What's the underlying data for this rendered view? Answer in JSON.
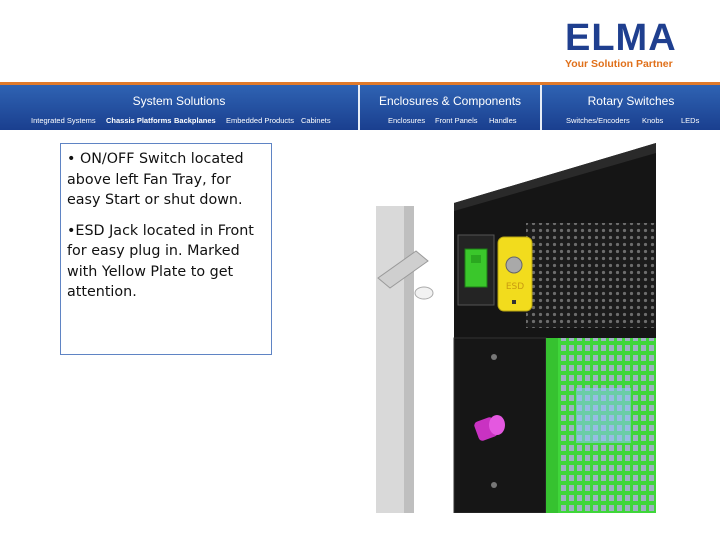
{
  "brand": {
    "name": "ELMA",
    "tagline": "Your Solution Partner"
  },
  "nav": {
    "sections": [
      {
        "title": "System Solutions",
        "items": [
          "Integrated Systems",
          "Chassis Platforms",
          "Backplanes",
          "Embedded Products",
          "Cabinets"
        ]
      },
      {
        "title": "Enclosures & Components",
        "items": [
          "Enclosures",
          "Front Panels",
          "Handles"
        ]
      },
      {
        "title": "Rotary Switches",
        "items": [
          "Switches/Encoders",
          "Knobs",
          "LEDs"
        ]
      }
    ]
  },
  "content": {
    "bullet1": "• ON/OFF Switch located above left Fan Tray, for easy Start or shut down.",
    "bullet2": "•ESD Jack located in Front for easy plug in. Marked with Yellow Plate to get attention."
  },
  "photo": {
    "esd_plate_label": "ESD"
  },
  "colors": {
    "brand_blue": "#1f3f8f",
    "nav_blue": "#2a5aa8",
    "accent_orange": "#e07a2a",
    "switch_green": "#39c82b",
    "esd_yellow": "#f2dc1d",
    "jack_magenta": "#d63ad0"
  }
}
